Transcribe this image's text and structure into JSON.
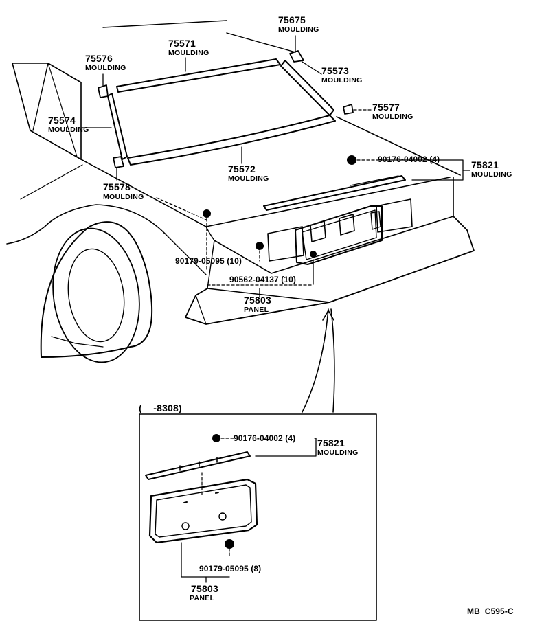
{
  "parts": {
    "p75675": {
      "number": "75675",
      "name": "MOULDING"
    },
    "p75571": {
      "number": "75571",
      "name": "MOULDING"
    },
    "p75576": {
      "number": "75576",
      "name": "MOULDING"
    },
    "p75573": {
      "number": "75573",
      "name": "MOULDING"
    },
    "p75577": {
      "number": "75577",
      "name": "MOULDING"
    },
    "p75574": {
      "number": "75574",
      "name": "MOULDING"
    },
    "p75572": {
      "number": "75572",
      "name": "MOULDING"
    },
    "p75578": {
      "number": "75578",
      "name": "MOULDING"
    },
    "p75821": {
      "number": "75821",
      "name": "MOULDING"
    },
    "p75803": {
      "number": "75803",
      "name": "PANEL"
    }
  },
  "fasteners": {
    "f9017604002": "90176-04002 (4)",
    "f9017905095": "90179-05095 (10)",
    "f9056204137": "90562-04137 (10)"
  },
  "inset": {
    "range_label": "(    -8308)",
    "fastener_a": "90176-04002 (4)",
    "part_a": {
      "number": "75821",
      "name": "MOULDING"
    },
    "fastener_b": "90179-05095 (8)",
    "part_b": {
      "number": "75803",
      "name": "PANEL"
    }
  },
  "footer": {
    "code": "MB  C595-C"
  }
}
